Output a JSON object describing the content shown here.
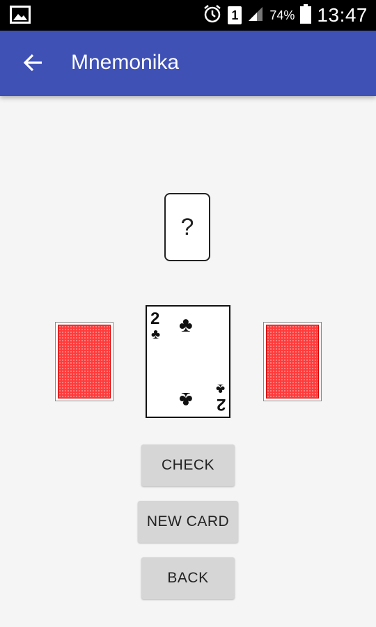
{
  "status_bar": {
    "battery_percent": "74%",
    "time": "13:47",
    "sim_slot": "1",
    "icons": [
      "image-icon",
      "alarm-icon",
      "sim-icon",
      "signal-icon",
      "battery-icon"
    ]
  },
  "app_bar": {
    "title": "Mnemonika",
    "back_icon": "arrow-left-icon",
    "color": "#3f51b5"
  },
  "game": {
    "question_card": "?",
    "current_card": {
      "rank": "2",
      "suit": "♣",
      "suit_name": "clubs"
    },
    "card_back_color": "#ff3b3b"
  },
  "buttons": {
    "check": "CHECK",
    "new_card": "NEW CARD",
    "back": "BACK"
  }
}
